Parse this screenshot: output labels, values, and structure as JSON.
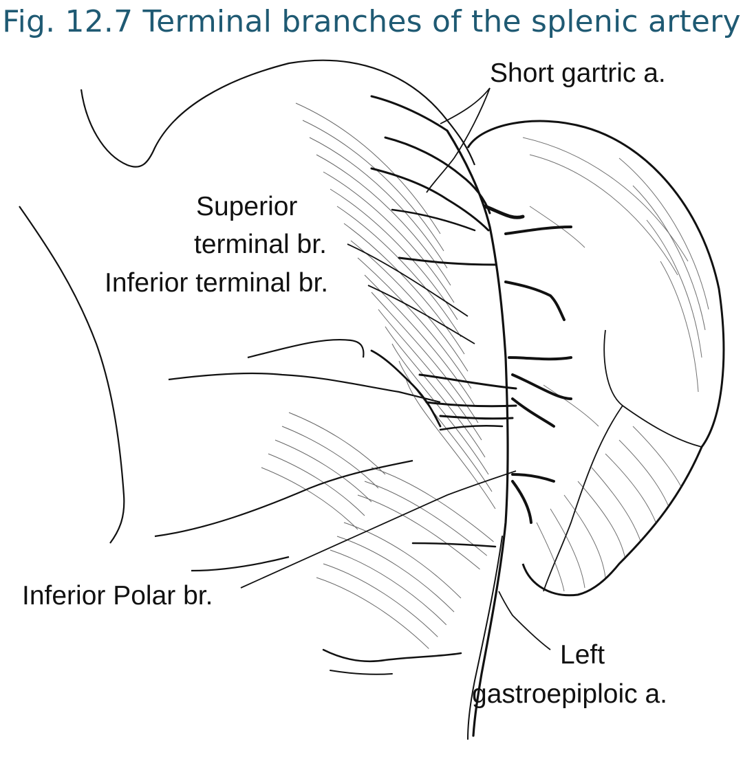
{
  "figure": {
    "title": "Fig. 12.7 Terminal branches of the splenic artery"
  },
  "labels": {
    "short_gastric": "Short gartric a.",
    "superior_terminal_line1": "Superior",
    "superior_terminal_line2": "terminal br.",
    "inferior_terminal": "Inferior terminal br.",
    "inferior_polar": "Inferior Polar br.",
    "left_gastroepiploic_line1": "Left",
    "left_gastroepiploic_line2": "gastroepiploic a."
  },
  "colors": {
    "title": "#1f5a73",
    "ink": "#111111",
    "background": "#ffffff"
  }
}
